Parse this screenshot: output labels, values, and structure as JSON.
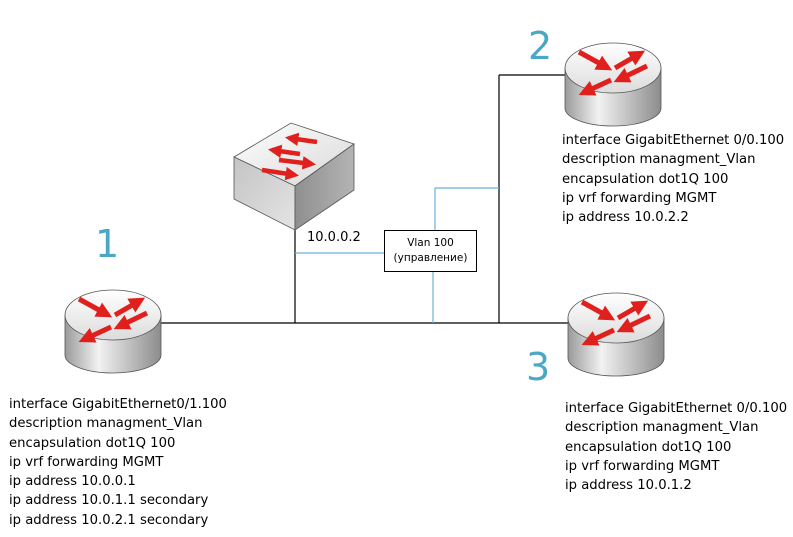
{
  "colors": {
    "link_black": "#000000",
    "link_vlan": "#6ab0d6",
    "number": "#4aa8c6",
    "device_arrow": "#e0201c",
    "device_body": "#d9d9d9"
  },
  "routers": [
    {
      "number": "1",
      "config": [
        "interface GigabitEthernet0/1.100",
        "description managment_Vlan",
        "encapsulation dot1Q 100",
        "ip vrf forwarding MGMT",
        "ip address 10.0.0.1",
        "ip address 10.0.1.1 secondary",
        "ip address 10.0.2.1 secondary"
      ]
    },
    {
      "number": "2",
      "config": [
        "interface GigabitEthernet 0/0.100",
        "description managment_Vlan",
        "encapsulation dot1Q 100",
        "ip vrf forwarding MGMT",
        "ip address 10.0.2.2"
      ]
    },
    {
      "number": "3",
      "config": [
        "interface GigabitEthernet 0/0.100",
        "description managment_Vlan",
        "encapsulation dot1Q 100",
        "ip vrf forwarding MGMT",
        "ip address 10.0.1.2"
      ]
    }
  ],
  "switch": {
    "ip": "10.0.0.2",
    "icon": "switch-icon"
  },
  "vlan": {
    "line1": "Vlan 100",
    "line2": "(управление)"
  }
}
